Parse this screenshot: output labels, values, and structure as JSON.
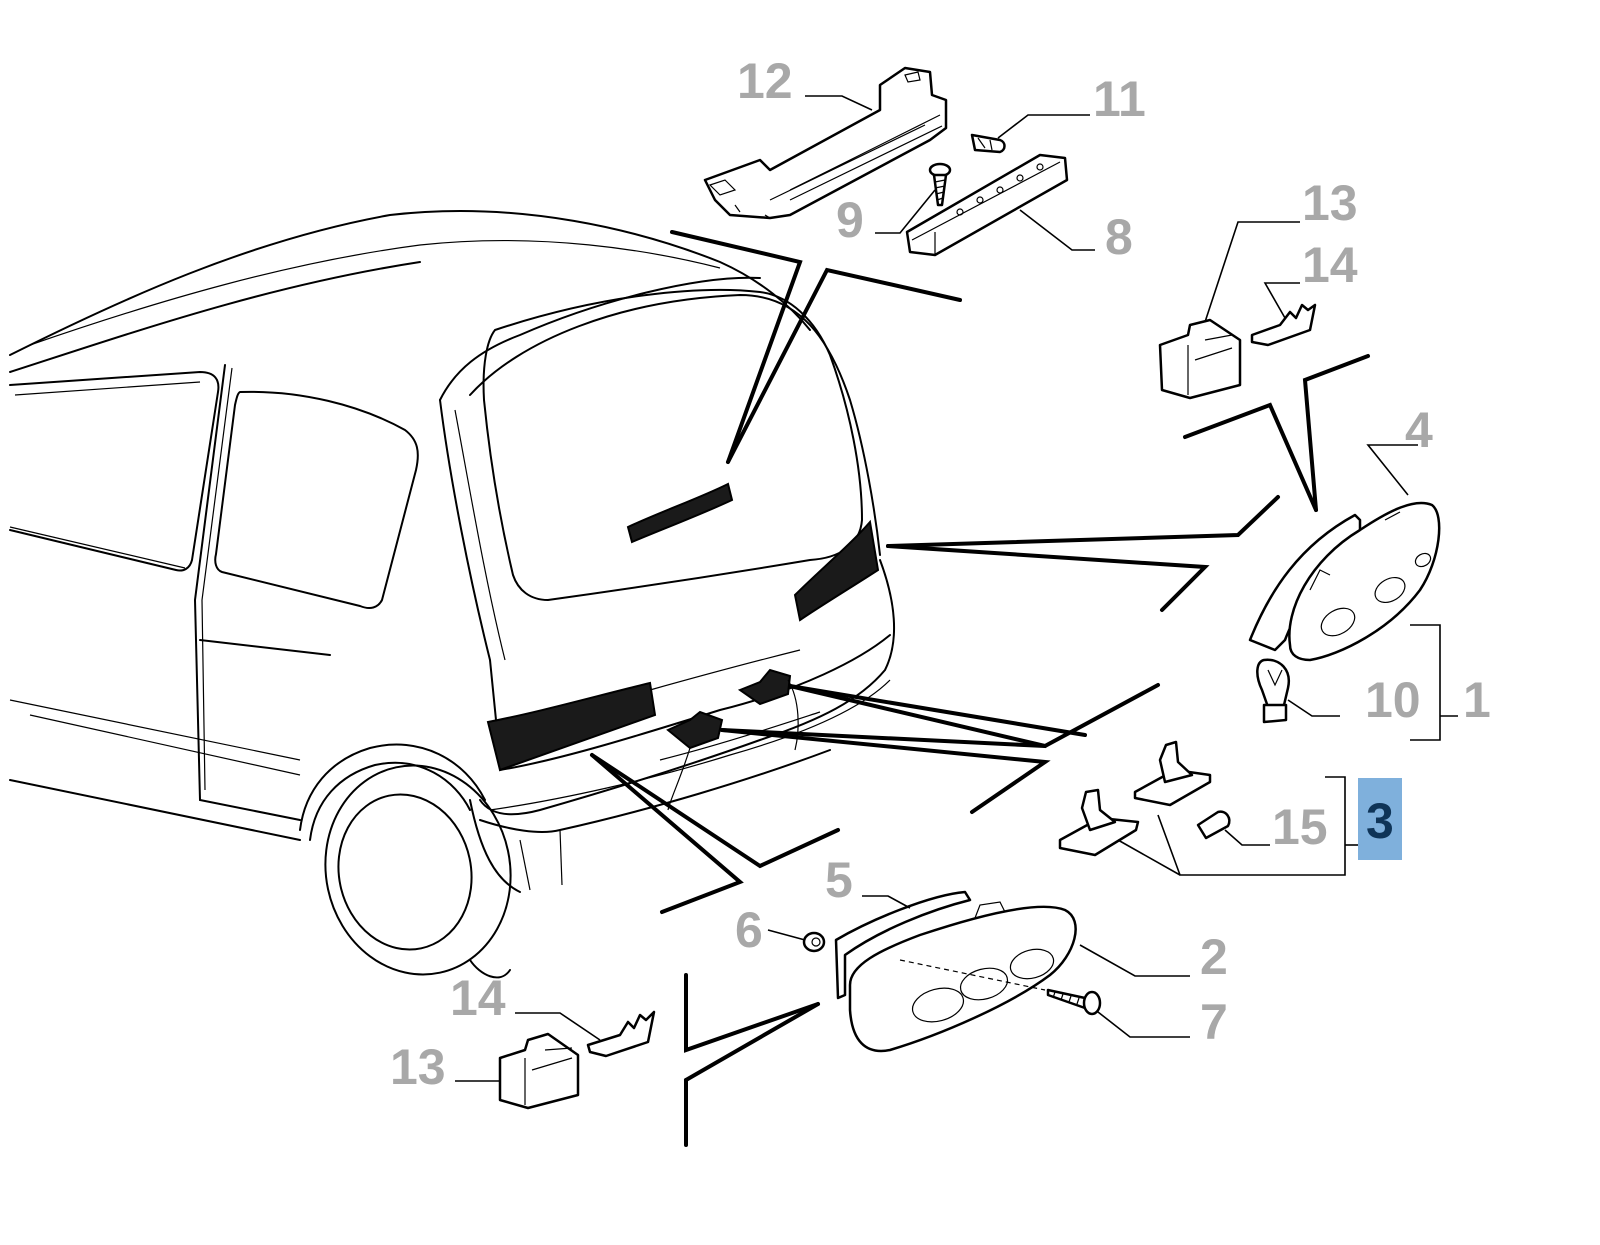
{
  "diagram": {
    "title": "Rear lights exploded parts diagram",
    "highlight_color": "#7fb0dc",
    "label_color": "#a8a8a8",
    "highlight_text_color": "#0f3457",
    "labels": {
      "l12": "12",
      "l11": "11",
      "l9": "9",
      "l8": "8",
      "l13a": "13",
      "l14a": "14",
      "l4": "4",
      "l10": "10",
      "l1": "1",
      "l15": "15",
      "l3": "3",
      "l5": "5",
      "l6": "6",
      "l2": "2",
      "l7": "7",
      "l14b": "14",
      "l13b": "13"
    },
    "parts": [
      {
        "ref": "1",
        "name": "rear-light-assembly-right"
      },
      {
        "ref": "2",
        "name": "rear-light-left"
      },
      {
        "ref": "3",
        "name": "number-plate-light",
        "highlighted": true
      },
      {
        "ref": "4",
        "name": "rear-light-right"
      },
      {
        "ref": "5",
        "name": "gasket-left"
      },
      {
        "ref": "6",
        "name": "nut"
      },
      {
        "ref": "7",
        "name": "screw"
      },
      {
        "ref": "8",
        "name": "third-brake-light"
      },
      {
        "ref": "9",
        "name": "screw"
      },
      {
        "ref": "10",
        "name": "bulb"
      },
      {
        "ref": "11",
        "name": "bulb"
      },
      {
        "ref": "12",
        "name": "bracket"
      },
      {
        "ref": "13",
        "name": "connector"
      },
      {
        "ref": "14",
        "name": "terminal"
      },
      {
        "ref": "15",
        "name": "bulb"
      }
    ]
  }
}
